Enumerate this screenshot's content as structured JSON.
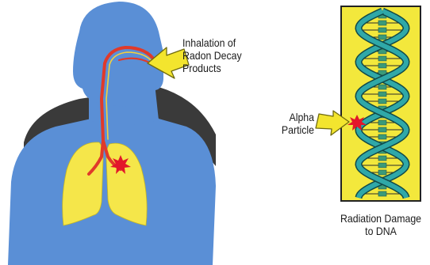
{
  "labels": {
    "inhalation": [
      "Inhalation of",
      "Radon Decay",
      "Products"
    ],
    "alpha": [
      "Alpha",
      "Particle"
    ],
    "damage": [
      "Radiation Damage",
      "to DNA"
    ]
  },
  "colors": {
    "body": "#5a8fd6",
    "shoulder": "#3a3a3a",
    "lungs": "#f5e64a",
    "airway_outer": "#e03a2a",
    "airway_inner": "#f6d23a",
    "arrow": "#f3e52e",
    "star": "#e3162a",
    "dna_panel": "#f3e83c",
    "dna_strand": "#2fa8a8",
    "dna_base": "#3a9a7a"
  }
}
